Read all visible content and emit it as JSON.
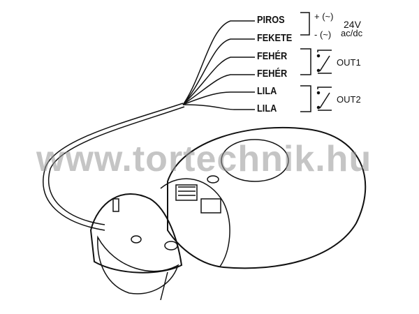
{
  "wires": [
    "PIROS",
    "FEKETE",
    "FEHÉR",
    "FEHÉR",
    "LILA",
    "LILA"
  ],
  "power": {
    "plus": "+ (~)",
    "minus": "- (~)",
    "voltage": "24V",
    "type": "ac/dc"
  },
  "outputs": [
    "OUT1",
    "OUT2"
  ],
  "watermark": "www.tortechnik.hu"
}
